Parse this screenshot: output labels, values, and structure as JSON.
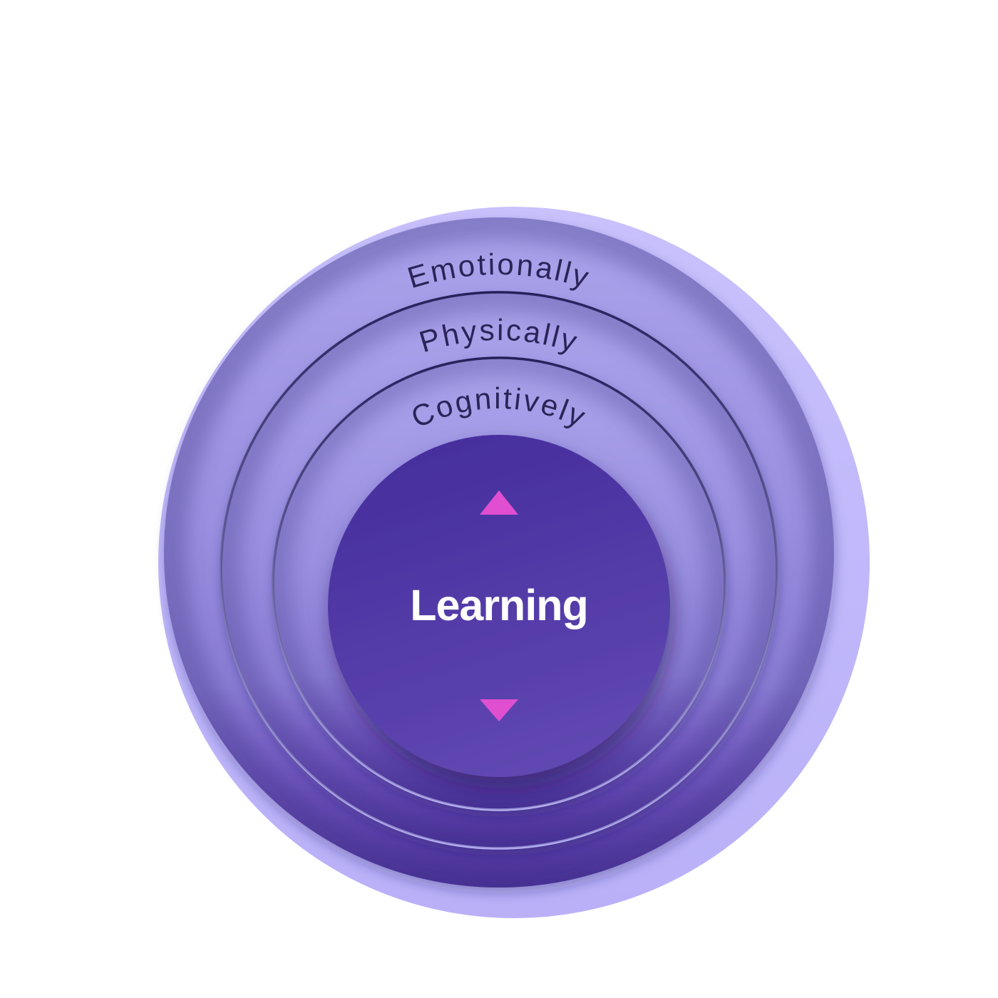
{
  "diagram": {
    "type": "concentric-circles",
    "rings": [
      {
        "label": "Emotionally"
      },
      {
        "label": "Physically"
      },
      {
        "label": "Cognitively"
      }
    ],
    "center": {
      "label": "Learning"
    },
    "icons": {
      "up": "triangle-up-icon",
      "down": "triangle-down-icon"
    },
    "colors": {
      "halo_top": "#c8c1fc",
      "halo_bottom": "#b9b0f8",
      "ring_top": "#aba3eb",
      "ring_mid": "#9a8fe0",
      "ring_low": "#8a7cd4",
      "ring_deep": "#6c52bb",
      "ring_bottom": "#4c309c",
      "line_top": "#241f55",
      "line_mid": "#6e6ba4",
      "line_bottom": "#b9b3f4",
      "center_top": "#452e9d",
      "center_bottom": "#6148b2",
      "label_text": "#2a2458",
      "center_text": "#ffffff",
      "arrow": "#e14fd1"
    }
  }
}
